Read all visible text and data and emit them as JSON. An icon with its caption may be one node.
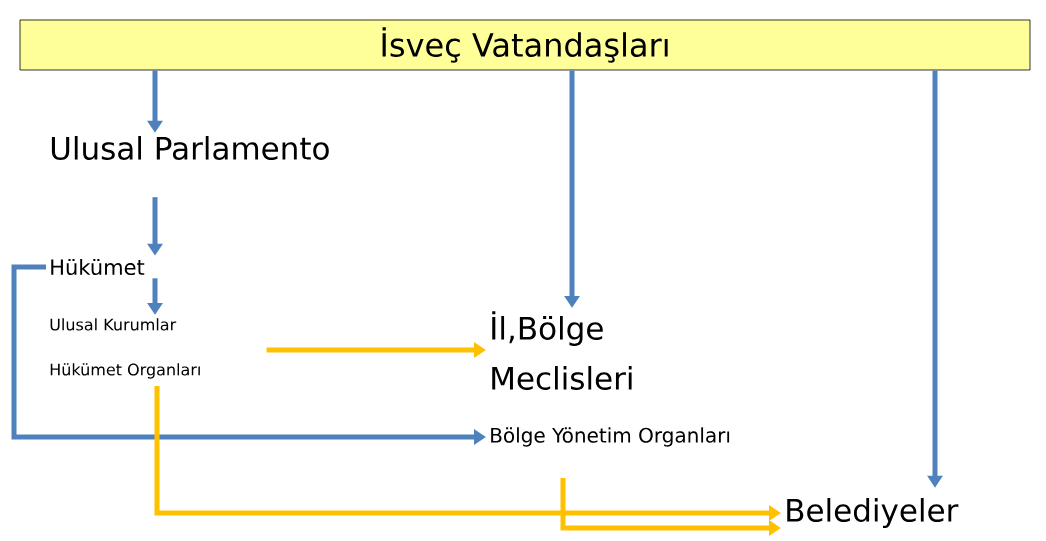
{
  "diagram": {
    "nodes": [
      {
        "text": [
          "İsveç Vatandaşları"
        ]
      },
      {
        "text": [
          "Ulusal Parlamento"
        ]
      },
      {
        "text": [
          "Hükümet"
        ]
      },
      {
        "text": [
          "Ulusal Kurumlar",
          "Hükümet Organları"
        ]
      },
      {
        "text": [
          "İl,Bölge Meclisleri"
        ]
      },
      {
        "text": [
          "Bölge Yönetim Organları"
        ]
      },
      {
        "text": [
          "Belediyeler"
        ]
      }
    ],
    "edges": [
      {
        "from": 0,
        "to": 1,
        "arrow": "to"
      },
      {
        "from": 1,
        "to": 2,
        "arrow": "to"
      },
      {
        "from": 2,
        "to": 3,
        "arrow": "to"
      },
      {
        "from": 0,
        "to": 4,
        "arrow": "to"
      },
      {
        "from": 0,
        "to": 6,
        "arrow": "to"
      },
      {
        "from": 3,
        "to": 4,
        "arrow": "to",
        "color": "#ffc000"
      },
      {
        "from": 2,
        "to": 5,
        "arrow": "to"
      },
      {
        "from": 3,
        "to": 6,
        "arrow": "to",
        "color": "#ffc000"
      },
      {
        "from": 5,
        "to": 6,
        "arrow": "to",
        "color": "#ffc000"
      }
    ]
  }
}
